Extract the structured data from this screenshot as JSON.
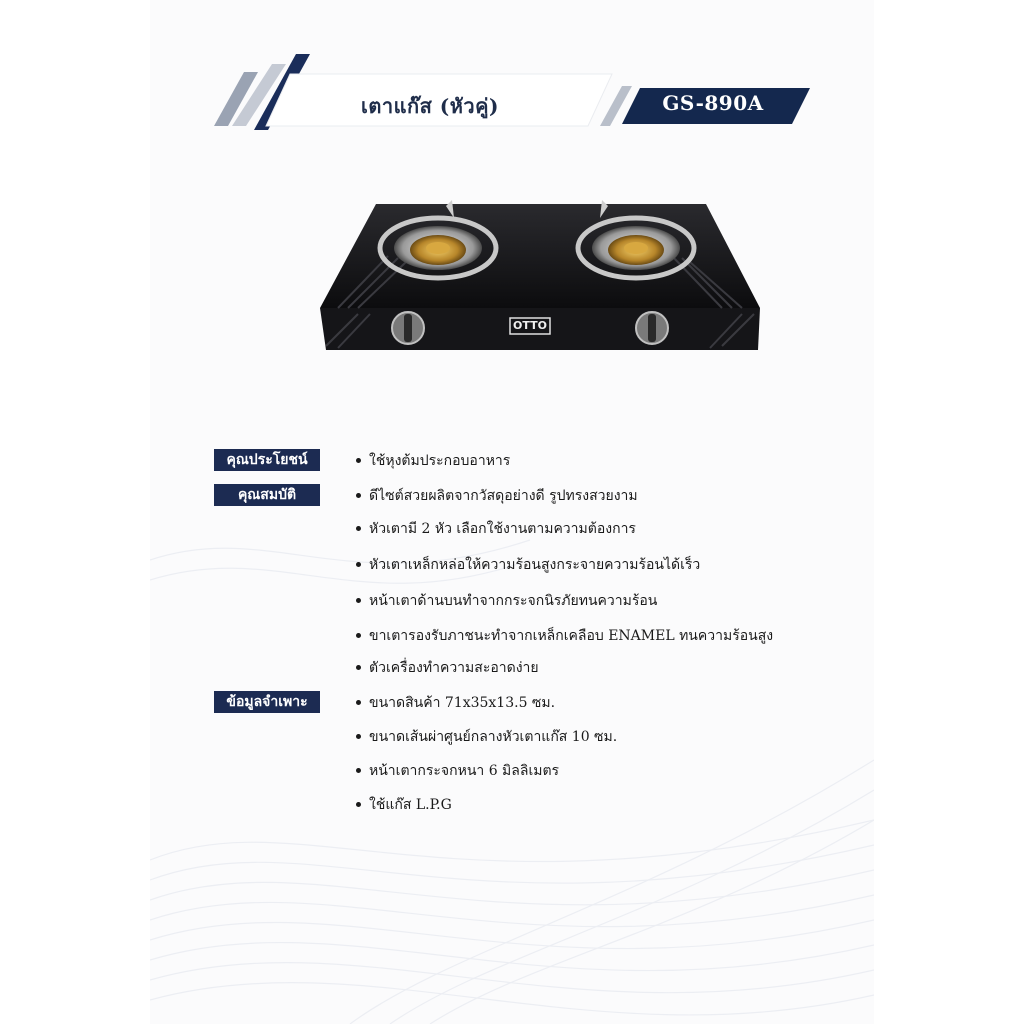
{
  "header": {
    "title": "เตาแก๊ส (หัวคู่)",
    "model": "GS-890A",
    "accent_color": "#14284e"
  },
  "product": {
    "brand_logo": "OTTO",
    "image": "two-burner-glass-gas-stove"
  },
  "sections": [
    {
      "label": "คุณประโยชน์",
      "items": [
        "ใช้หุงต้มประกอบอาหาร"
      ]
    },
    {
      "label": "คุณสมบัติ",
      "items": [
        "ดีไซต์สวยผลิตจากวัสดุอย่างดี รูปทรงสวยงาม",
        "หัวเตามี 2 หัว เลือกใช้งานตามความต้องการ",
        "หัวเตาเหล็กหล่อให้ความร้อนสูงกระจายความร้อนได้เร็ว",
        "หน้าเตาด้านบนทำจากกระจกนิรภัยทนความร้อน",
        "ขาเตารองรับภาชนะทำจากเหล็กเคลือบ ENAMEL ทนความร้อนสูง",
        "ตัวเครื่องทำความสะอาดง่าย"
      ]
    },
    {
      "label": "ข้อมูลจำเพาะ",
      "items": [
        "ขนาดสินค้า 71x35x13.5 ซม.",
        "ขนาดเส้นผ่าศูนย์กลางหัวเตาแก๊ส 10 ซม.",
        "หน้าเตากระจกหนา 6 มิลลิเมตร",
        "ใช้แก๊ส L.P.G"
      ]
    }
  ]
}
